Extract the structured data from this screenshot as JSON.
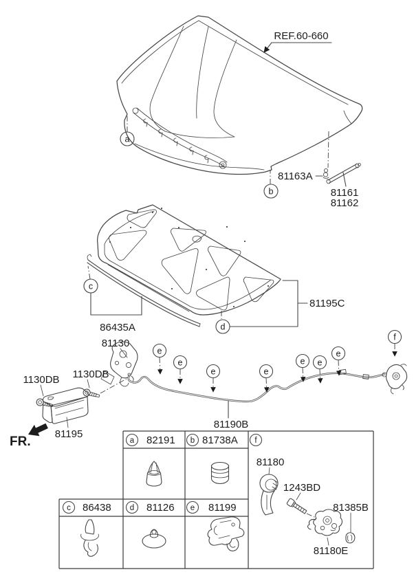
{
  "colors": {
    "line": "#454545",
    "text": "#1c1c1c",
    "background": "#ffffff"
  },
  "hood": {
    "ref_label": "REF.60-660"
  },
  "strut": {
    "clip_label": "81163A",
    "rod_label_upper": "81161",
    "rod_label_lower": "81162"
  },
  "pad": {
    "pad_label": "81195C",
    "strip_label": "86435A"
  },
  "latch_area": {
    "hinge_label": "81130",
    "bolt_label_left": "1130DB",
    "bolt_label_right": "1130DB",
    "handle_label": "81195",
    "cable_label": "81190B",
    "fr_label": "FR."
  },
  "callouts": {
    "a": "a",
    "b": "b",
    "c": "c",
    "d": "d",
    "e": "e",
    "f": "f"
  },
  "table": {
    "a": {
      "letter": "a",
      "part": "82191"
    },
    "b": {
      "letter": "b",
      "part": "81738A"
    },
    "c": {
      "letter": "c",
      "part": "86438"
    },
    "d": {
      "letter": "d",
      "part": "81126"
    },
    "e": {
      "letter": "e",
      "part": "81199"
    },
    "f": {
      "letter": "f"
    },
    "f_cell": {
      "lever": "81180",
      "bolt": "1243BD",
      "nut": "81385B",
      "latch": "81180E"
    }
  }
}
